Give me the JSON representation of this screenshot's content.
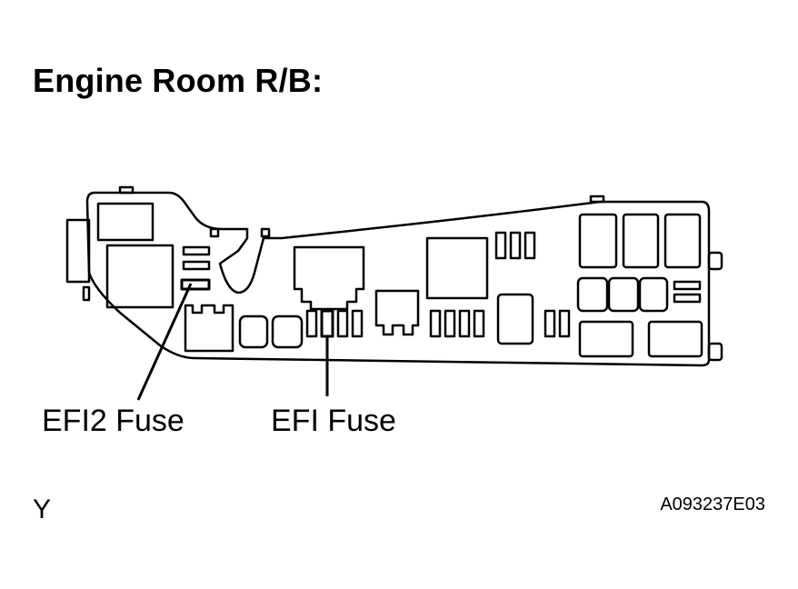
{
  "title": "Engine Room R/B:",
  "callouts": {
    "efi2": "EFI2 Fuse",
    "efi": "EFI Fuse"
  },
  "view_code": "Y",
  "figure_id": "A093237E03"
}
